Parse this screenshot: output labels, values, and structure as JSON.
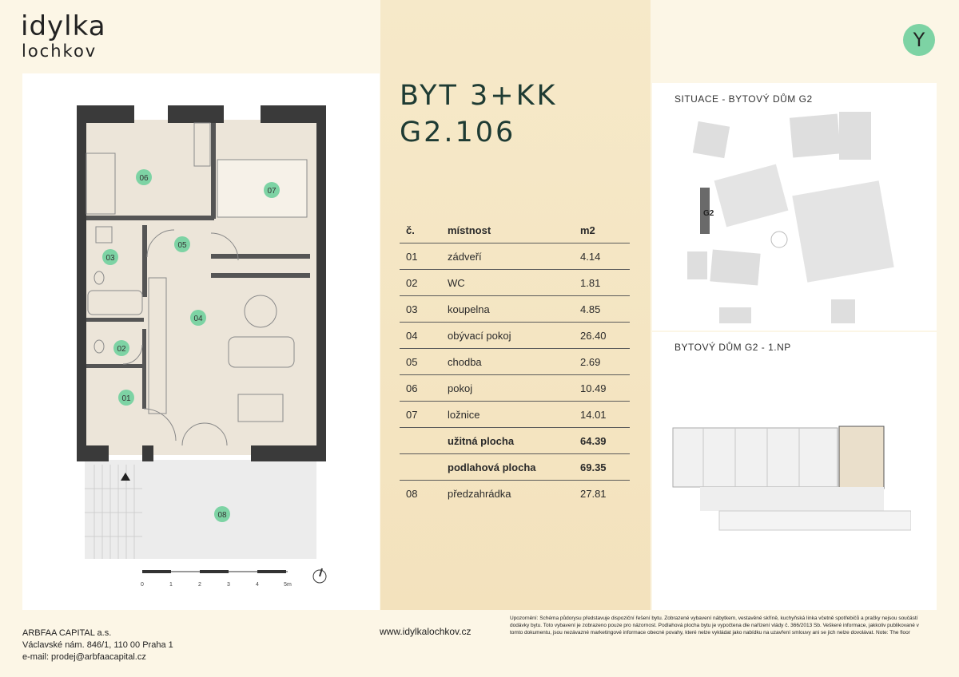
{
  "logo": {
    "line1": "idylka",
    "line2": "lochkov"
  },
  "badge": {
    "letter": "Y"
  },
  "title": {
    "line1": "BYT 3+KK",
    "line2": "G2.106"
  },
  "table": {
    "headers": [
      "č.",
      "místnost",
      "m2"
    ],
    "rows": [
      {
        "num": "01",
        "name": "zádveří",
        "area": "4.14"
      },
      {
        "num": "02",
        "name": "WC",
        "area": "1.81"
      },
      {
        "num": "03",
        "name": "koupelna",
        "area": "4.85"
      },
      {
        "num": "04",
        "name": "obývací pokoj",
        "area": "26.40"
      },
      {
        "num": "05",
        "name": "chodba",
        "area": "2.69"
      },
      {
        "num": "06",
        "name": "pokoj",
        "area": "10.49"
      },
      {
        "num": "07",
        "name": "ložnice",
        "area": "14.01"
      }
    ],
    "sums": [
      {
        "num": "",
        "name": "užitná plocha",
        "area": "64.39"
      },
      {
        "num": "",
        "name": "podlahová plocha",
        "area": "69.35"
      }
    ],
    "extra": {
      "num": "08",
      "name": "předzahrádka",
      "area": "27.81"
    }
  },
  "plan": {
    "room_labels": [
      "01",
      "02",
      "03",
      "04",
      "05",
      "06",
      "07",
      "08"
    ],
    "scale_labels": [
      "0",
      "1",
      "2",
      "3",
      "4",
      "5m"
    ]
  },
  "situation": {
    "title": "SITUACE - BYTOVÝ DŮM G2",
    "building_label": "G2"
  },
  "floor": {
    "title": "BYTOVÝ DŮM  G2 - 1.NP"
  },
  "company": {
    "name": "ARBFAA CAPITAL a.s.",
    "address": "Václavské nám. 846/1, 110 00 Praha 1",
    "email": "e-mail: prodej@arbfaacapital.cz"
  },
  "website": "www.idylkalochkov.cz",
  "disclaimer": "Upozornění: Schéma půdorysu představuje dispoziční řešení bytu. Zobrazené vybavení nábytkem, vestavěné skříně, kuchyňská linka včetně spotřebičů a pračky nejsou součástí dodávky bytu. Toto vybavení je zobrazeno pouze pro názornost. Podlahová plocha bytu je vypočtena dle nařízení vlády č. 366/2013 Sb. Veškeré informace, jakkoliv publikované v tomto dokumentu, jsou nezávazné marketingové informace obecné povahy, které nelze vykládat jako nabídku na uzavření smlouvy ani se jich nelze dovolávat. Note: The floor",
  "colors": {
    "accent": "#7dd3a4",
    "title": "#1e3b33",
    "wall": "#3a3a3a",
    "room_fill": "#ece5d9"
  }
}
